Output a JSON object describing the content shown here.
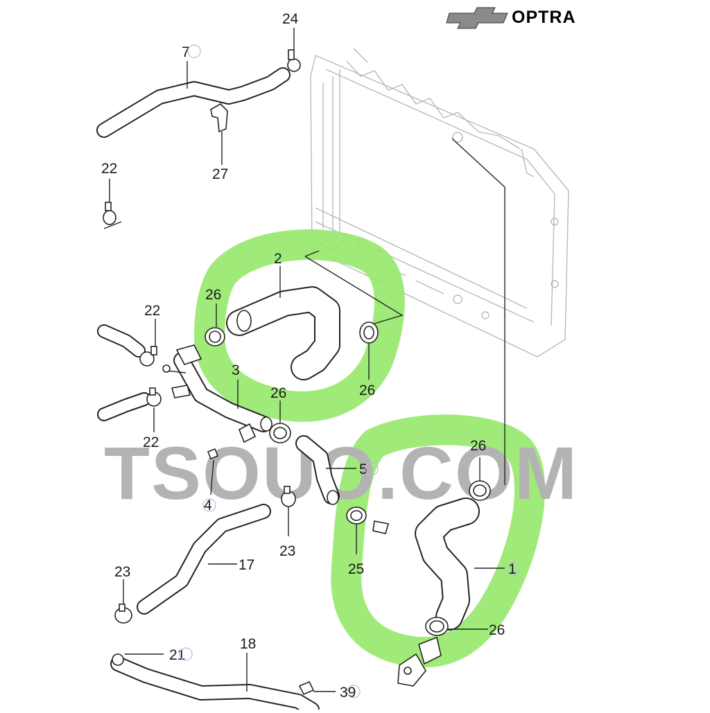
{
  "brand": {
    "name": "OPTRA",
    "colors": {
      "bowtie": "#8a8a8a",
      "text": "#000000"
    }
  },
  "watermark": {
    "text": "TSOUO.COM",
    "color": "#b3b3b3"
  },
  "highlight_color": "#95e86a",
  "callouts": {
    "c1": "1",
    "c2": "2",
    "c3": "3",
    "c4": "4",
    "c5": "5",
    "c7": "7",
    "c17": "17",
    "c18": "18",
    "c21": "21",
    "c22a": "22",
    "c22b": "22",
    "c22c": "22",
    "c23a": "23",
    "c23b": "23",
    "c24": "24",
    "c25": "25",
    "c26a": "26",
    "c26b": "26",
    "c26c": "26",
    "c26d": "26",
    "c26e": "26",
    "c27": "27",
    "c39": "39"
  }
}
